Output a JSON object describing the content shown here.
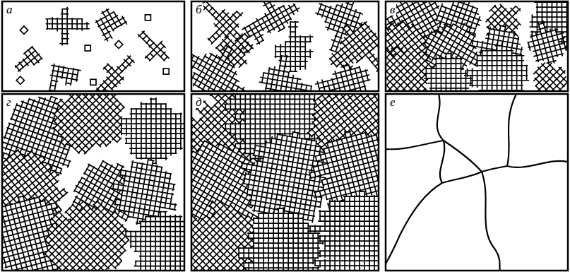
{
  "diagram": {
    "labels": [
      "а",
      "б",
      "в",
      "г",
      "д",
      "е"
    ]
  }
}
